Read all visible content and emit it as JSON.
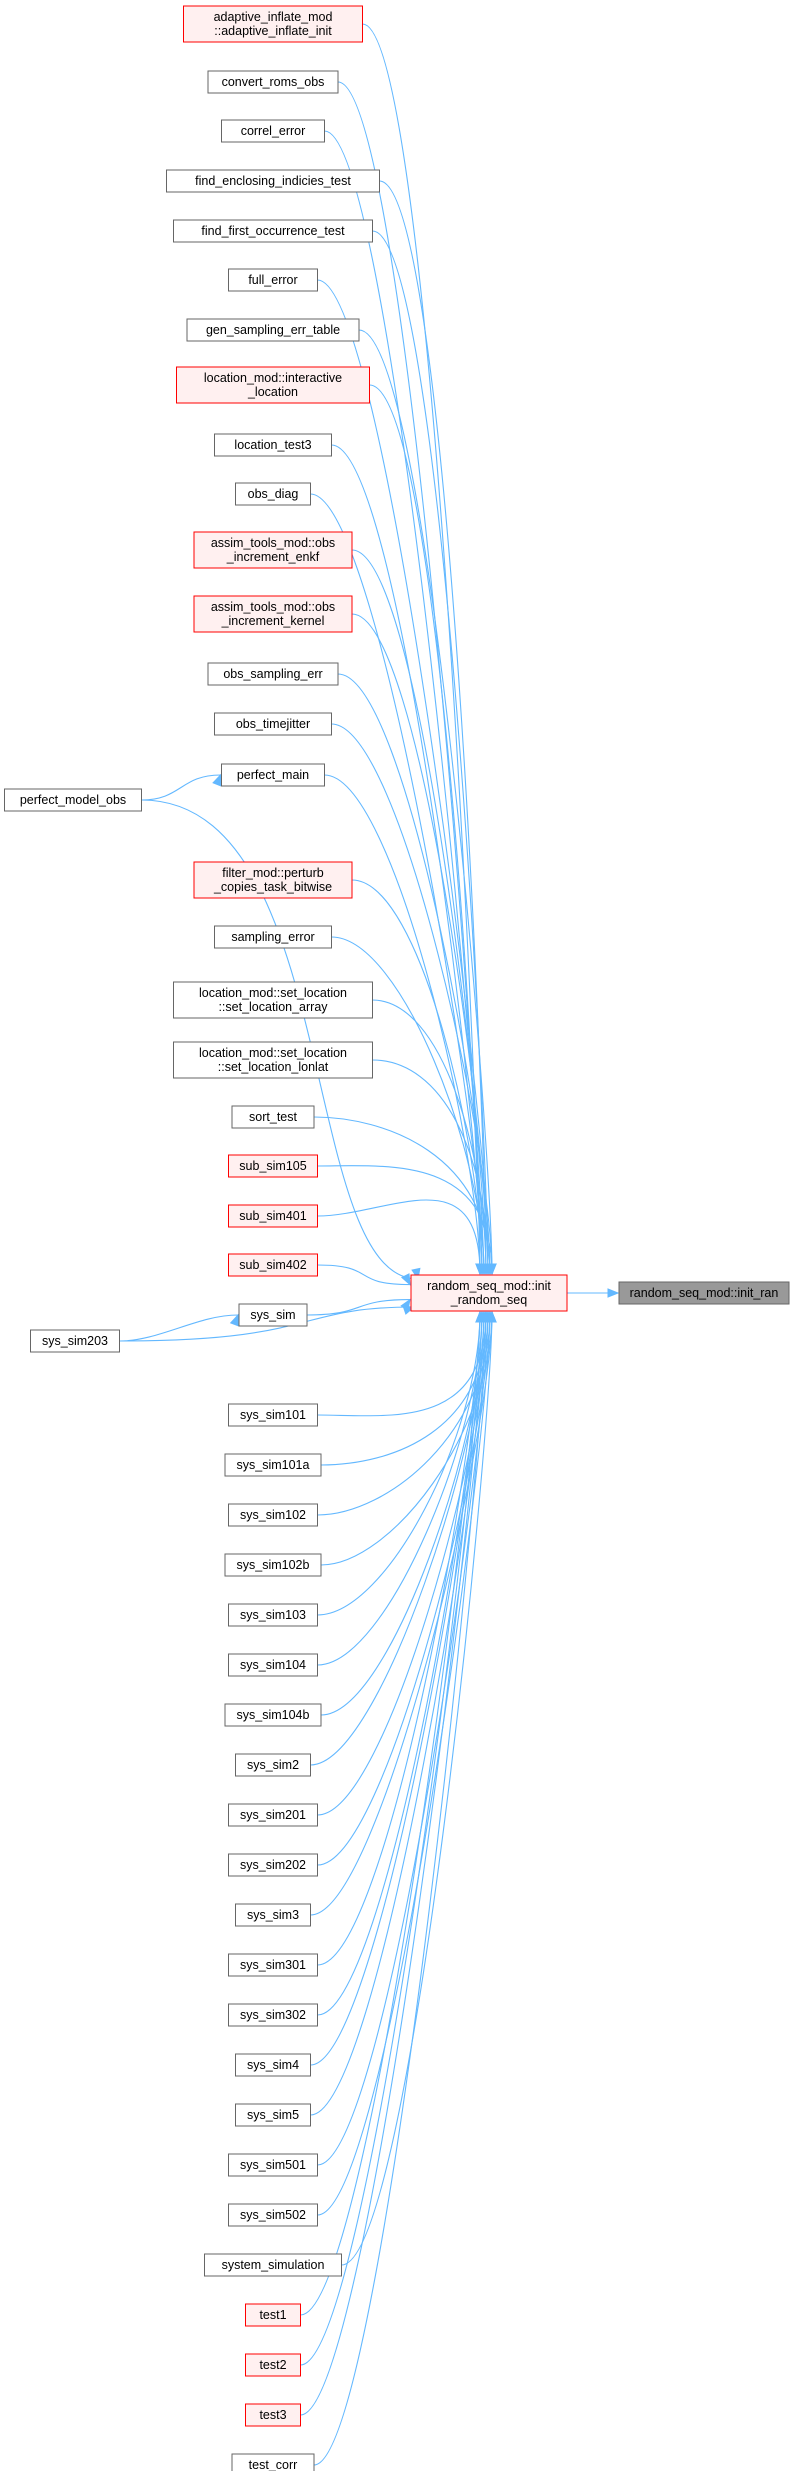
{
  "graph": {
    "target": {
      "label": "random_seq_mod::init_ran"
    },
    "hub": {
      "lines": [
        "random_seq_mod::init",
        "_random_seq"
      ]
    },
    "callers": [
      {
        "id": "adaptive_inflate_init",
        "lines": [
          "adaptive_inflate_mod",
          "::adaptive_inflate_init"
        ],
        "style": "red"
      },
      {
        "id": "convert_roms_obs",
        "lines": [
          "convert_roms_obs"
        ],
        "style": "gray"
      },
      {
        "id": "correl_error",
        "lines": [
          "correl_error"
        ],
        "style": "gray"
      },
      {
        "id": "find_enclosing_indicies_test",
        "lines": [
          "find_enclosing_indicies_test"
        ],
        "style": "gray"
      },
      {
        "id": "find_first_occurrence_test",
        "lines": [
          "find_first_occurrence_test"
        ],
        "style": "gray"
      },
      {
        "id": "full_error",
        "lines": [
          "full_error"
        ],
        "style": "gray"
      },
      {
        "id": "gen_sampling_err_table",
        "lines": [
          "gen_sampling_err_table"
        ],
        "style": "gray"
      },
      {
        "id": "interactive_location",
        "lines": [
          "location_mod::interactive",
          "_location"
        ],
        "style": "red"
      },
      {
        "id": "location_test3",
        "lines": [
          "location_test3"
        ],
        "style": "gray"
      },
      {
        "id": "obs_diag",
        "lines": [
          "obs_diag"
        ],
        "style": "gray"
      },
      {
        "id": "obs_increment_enkf",
        "lines": [
          "assim_tools_mod::obs",
          "_increment_enkf"
        ],
        "style": "red"
      },
      {
        "id": "obs_increment_kernel",
        "lines": [
          "assim_tools_mod::obs",
          "_increment_kernel"
        ],
        "style": "red"
      },
      {
        "id": "obs_sampling_err",
        "lines": [
          "obs_sampling_err"
        ],
        "style": "gray"
      },
      {
        "id": "obs_timejitter",
        "lines": [
          "obs_timejitter"
        ],
        "style": "gray"
      },
      {
        "id": "perfect_main",
        "lines": [
          "perfect_main"
        ],
        "style": "gray"
      },
      {
        "id": "perturb_copies_task_bitwise",
        "lines": [
          "filter_mod::perturb",
          "_copies_task_bitwise"
        ],
        "style": "red"
      },
      {
        "id": "sampling_error",
        "lines": [
          "sampling_error"
        ],
        "style": "gray"
      },
      {
        "id": "set_location_array",
        "lines": [
          "location_mod::set_location",
          "::set_location_array"
        ],
        "style": "gray"
      },
      {
        "id": "set_location_lonlat",
        "lines": [
          "location_mod::set_location",
          "::set_location_lonlat"
        ],
        "style": "gray"
      },
      {
        "id": "sort_test",
        "lines": [
          "sort_test"
        ],
        "style": "gray"
      },
      {
        "id": "sub_sim105",
        "lines": [
          "sub_sim105"
        ],
        "style": "red"
      },
      {
        "id": "sub_sim401",
        "lines": [
          "sub_sim401"
        ],
        "style": "red"
      },
      {
        "id": "sub_sim402",
        "lines": [
          "sub_sim402"
        ],
        "style": "red"
      },
      {
        "id": "sys_sim",
        "lines": [
          "sys_sim"
        ],
        "style": "gray"
      },
      {
        "id": "sys_sim101",
        "lines": [
          "sys_sim101"
        ],
        "style": "gray"
      },
      {
        "id": "sys_sim101a",
        "lines": [
          "sys_sim101a"
        ],
        "style": "gray"
      },
      {
        "id": "sys_sim102",
        "lines": [
          "sys_sim102"
        ],
        "style": "gray"
      },
      {
        "id": "sys_sim102b",
        "lines": [
          "sys_sim102b"
        ],
        "style": "gray"
      },
      {
        "id": "sys_sim103",
        "lines": [
          "sys_sim103"
        ],
        "style": "gray"
      },
      {
        "id": "sys_sim104",
        "lines": [
          "sys_sim104"
        ],
        "style": "gray"
      },
      {
        "id": "sys_sim104b",
        "lines": [
          "sys_sim104b"
        ],
        "style": "gray"
      },
      {
        "id": "sys_sim2",
        "lines": [
          "sys_sim2"
        ],
        "style": "gray"
      },
      {
        "id": "sys_sim201",
        "lines": [
          "sys_sim201"
        ],
        "style": "gray"
      },
      {
        "id": "sys_sim202",
        "lines": [
          "sys_sim202"
        ],
        "style": "gray"
      },
      {
        "id": "sys_sim3",
        "lines": [
          "sys_sim3"
        ],
        "style": "gray"
      },
      {
        "id": "sys_sim301",
        "lines": [
          "sys_sim301"
        ],
        "style": "gray"
      },
      {
        "id": "sys_sim302",
        "lines": [
          "sys_sim302"
        ],
        "style": "gray"
      },
      {
        "id": "sys_sim4",
        "lines": [
          "sys_sim4"
        ],
        "style": "gray"
      },
      {
        "id": "sys_sim5",
        "lines": [
          "sys_sim5"
        ],
        "style": "gray"
      },
      {
        "id": "sys_sim501",
        "lines": [
          "sys_sim501"
        ],
        "style": "gray"
      },
      {
        "id": "sys_sim502",
        "lines": [
          "sys_sim502"
        ],
        "style": "gray"
      },
      {
        "id": "system_simulation",
        "lines": [
          "system_simulation"
        ],
        "style": "gray"
      },
      {
        "id": "test1",
        "lines": [
          "test1"
        ],
        "style": "red"
      },
      {
        "id": "test2",
        "lines": [
          "test2"
        ],
        "style": "red"
      },
      {
        "id": "test3",
        "lines": [
          "test3"
        ],
        "style": "red"
      },
      {
        "id": "test_corr",
        "lines": [
          "test_corr"
        ],
        "style": "gray"
      }
    ],
    "outer_callers": [
      {
        "id": "perfect_model_obs",
        "lines": [
          "perfect_model_obs"
        ],
        "style": "gray",
        "calls": [
          "perfect_main",
          "hub"
        ]
      },
      {
        "id": "sys_sim203",
        "lines": [
          "sys_sim203"
        ],
        "style": "gray",
        "calls": [
          "sys_sim",
          "hub"
        ]
      }
    ]
  }
}
